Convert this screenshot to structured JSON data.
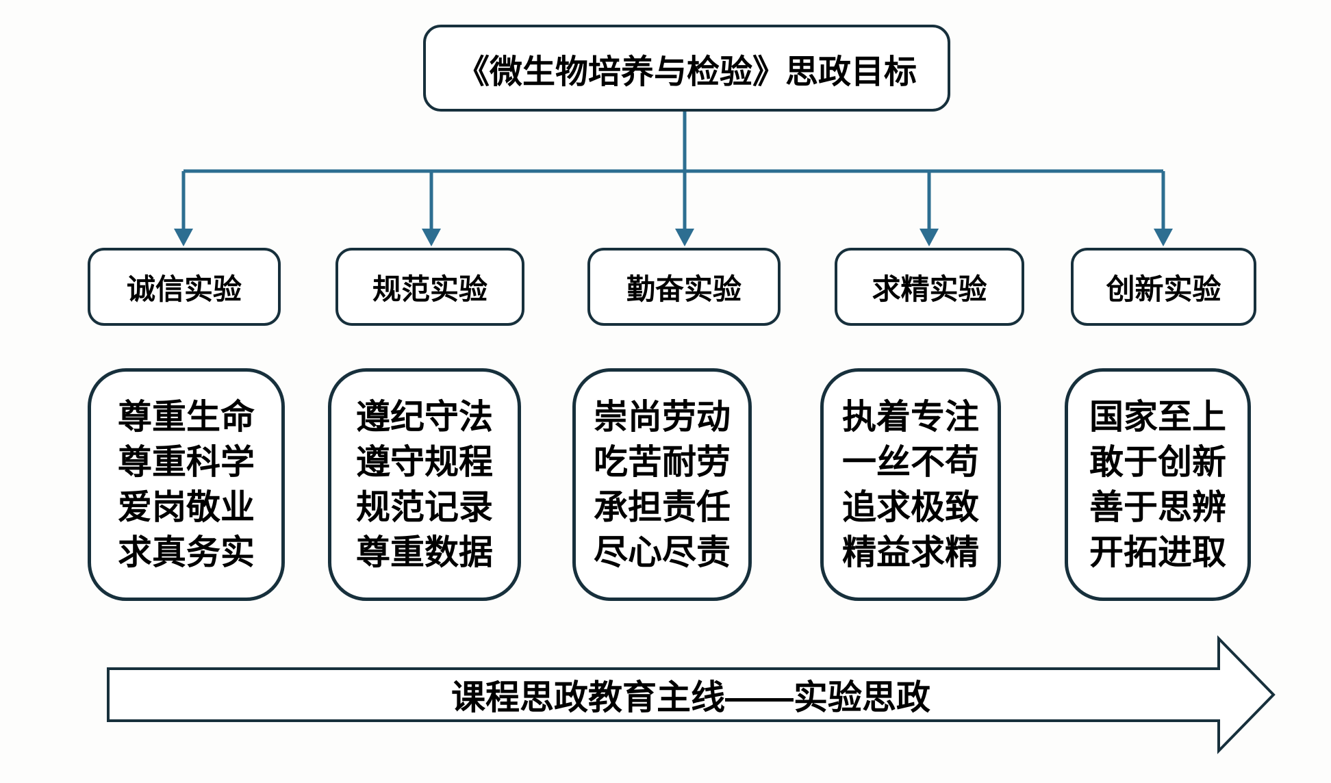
{
  "title": "《微生物培养与检验》思政目标",
  "colors": {
    "border": "#17303c",
    "connector": "#2d6e91",
    "background": "#fdfdfc",
    "text": "#000000",
    "arrow_fill": "#ffffff"
  },
  "branches": [
    {
      "label": "诚信实验",
      "items": [
        "尊重生命",
        "尊重科学",
        "爱岗敬业",
        "求真务实"
      ]
    },
    {
      "label": "规范实验",
      "items": [
        "遵纪守法",
        "遵守规程",
        "规范记录",
        "尊重数据"
      ]
    },
    {
      "label": "勤奋实验",
      "items": [
        "崇尚劳动",
        "吃苦耐劳",
        "承担责任",
        "尽心尽责"
      ]
    },
    {
      "label": "求精实验",
      "items": [
        "执着专注",
        "一丝不苟",
        "追求极致",
        "精益求精"
      ]
    },
    {
      "label": "创新实验",
      "items": [
        "国家至上",
        "敢于创新",
        "善于思辨",
        "开拓进取"
      ]
    }
  ],
  "baseline": {
    "label": "课程思政教育主线——实验思政"
  }
}
